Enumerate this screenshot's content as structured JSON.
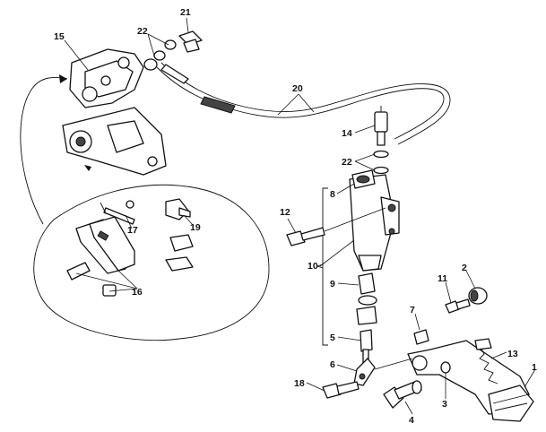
{
  "labels": {
    "l1": "1",
    "l2": "2",
    "l3": "3",
    "l4": "4",
    "l5": "5",
    "l6": "6",
    "l7": "7",
    "l8": "8",
    "l9": "9",
    "l10": "10",
    "l11": "11",
    "l12": "12",
    "l13": "13",
    "l14": "14",
    "l15": "15",
    "l16": "16",
    "l17": "17",
    "l18": "18",
    "l19": "19",
    "l20": "20",
    "l21": "21",
    "l22a": "22",
    "l22b": "22"
  }
}
